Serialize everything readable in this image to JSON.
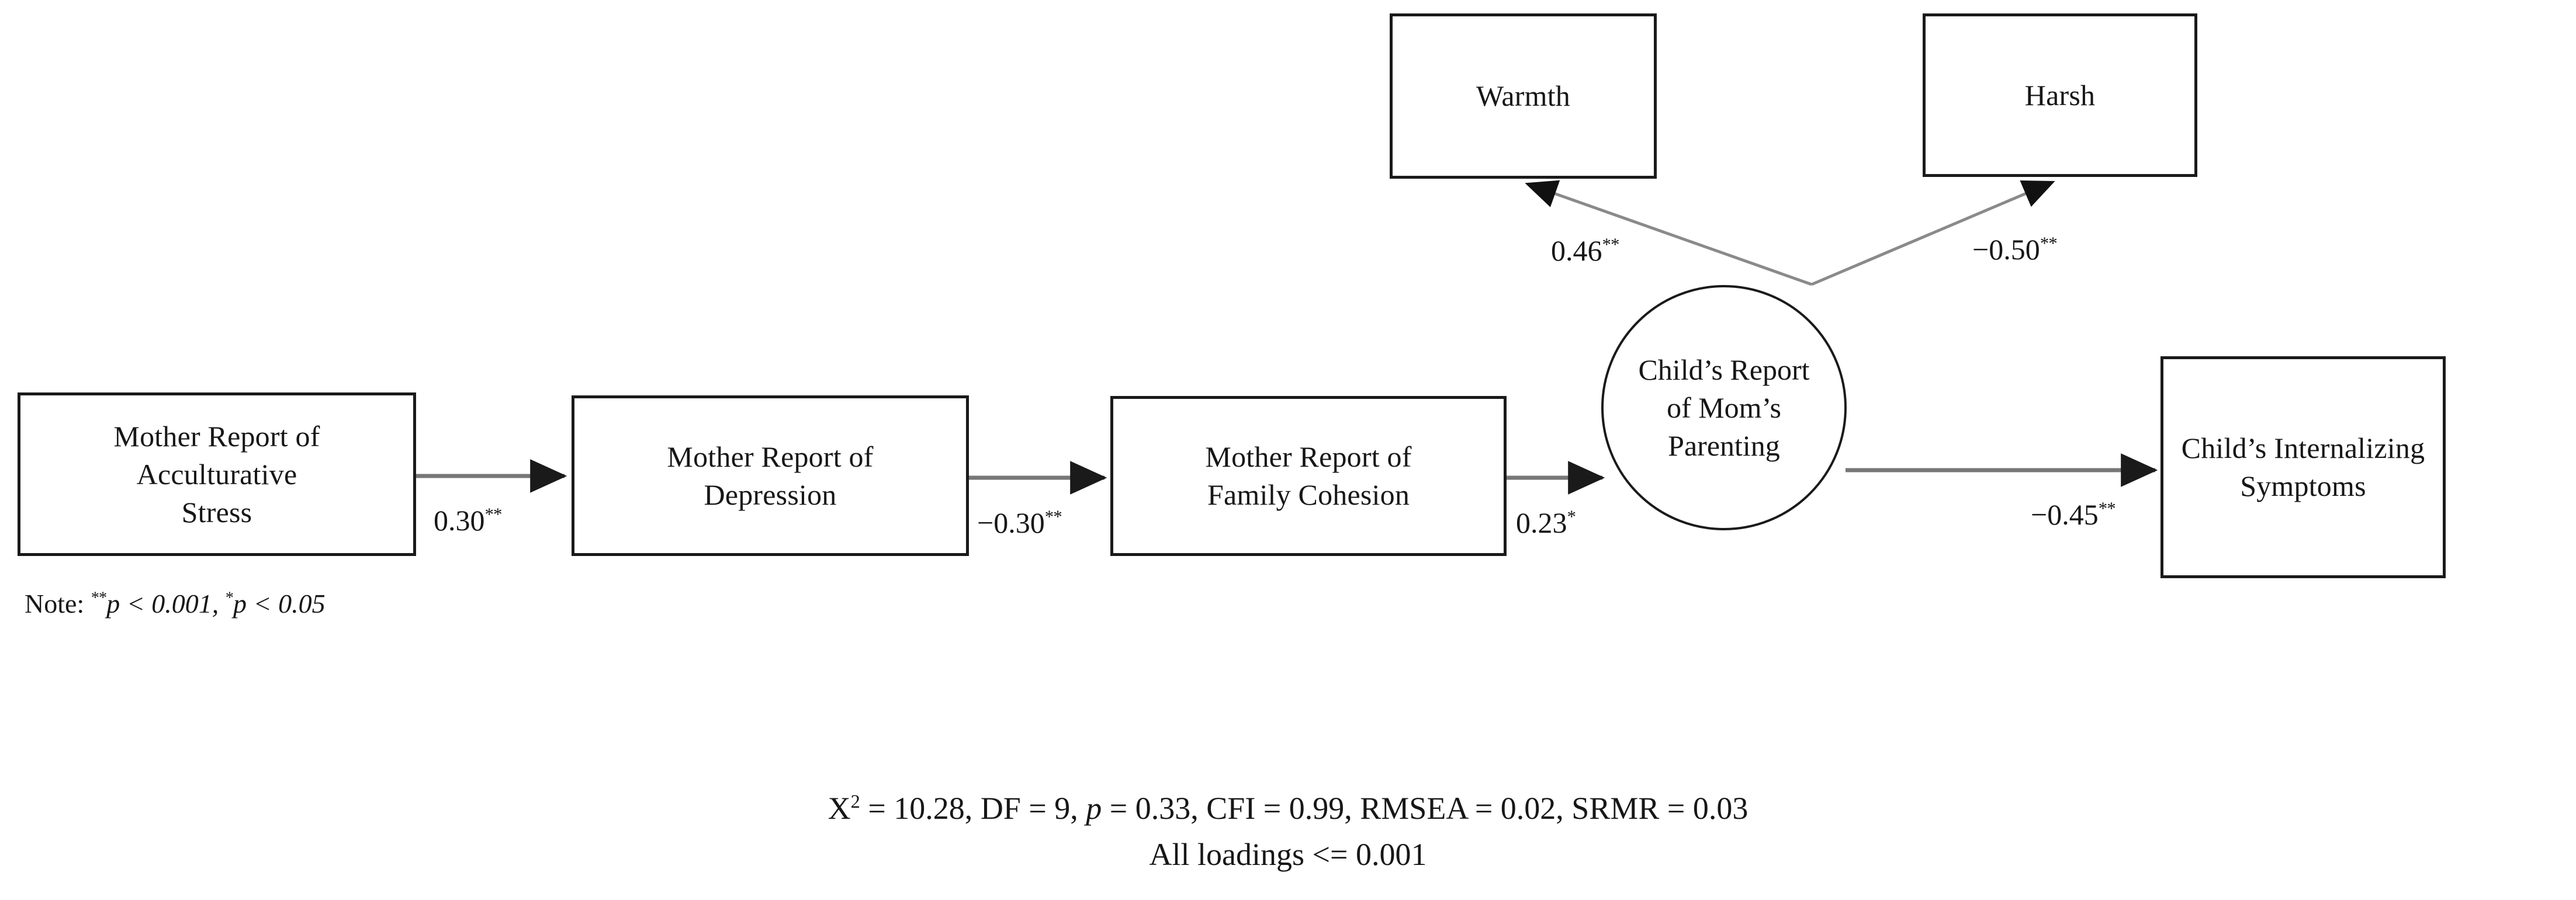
{
  "diagram": {
    "type": "path-diagram",
    "title": "",
    "nodes": [
      {
        "id": "acculturative-stress",
        "shape": "rectangle",
        "label": "Mother Report of\nAcculturative\nStress",
        "label_lines": [
          "Mother Report of",
          "Acculturative",
          "Stress"
        ]
      },
      {
        "id": "depression",
        "shape": "rectangle",
        "label": "Mother Report of\nDepression",
        "label_lines": [
          "Mother Report of",
          "Depression"
        ]
      },
      {
        "id": "family-cohesion",
        "shape": "rectangle",
        "label": "Mother Report of\nFamily Cohesion",
        "label_lines": [
          "Mother Report of",
          "Family Cohesion"
        ]
      },
      {
        "id": "moms-parenting",
        "shape": "circle",
        "label": "Child's Report\nof Mom's\nParenting",
        "label_lines": [
          "Child’s Report",
          "of Mom’s",
          "Parenting"
        ]
      },
      {
        "id": "internalizing-symptoms",
        "shape": "rectangle",
        "label": "Child's Internalizing\nSymptoms",
        "label_lines": [
          "Child’s Internalizing",
          "Symptoms"
        ]
      },
      {
        "id": "warmth",
        "shape": "rectangle",
        "label": "Warmth",
        "label_lines": [
          "Warmth"
        ]
      },
      {
        "id": "harsh",
        "shape": "rectangle",
        "label": "Harsh",
        "label_lines": [
          "Harsh"
        ]
      }
    ],
    "edges": [
      {
        "from": "acculturative-stress",
        "to": "depression",
        "coefficient": "0.30",
        "sig": "**",
        "value": 0.3
      },
      {
        "from": "depression",
        "to": "family-cohesion",
        "coefficient": "−0.30",
        "sig": "**",
        "value": -0.3
      },
      {
        "from": "family-cohesion",
        "to": "moms-parenting",
        "coefficient": "0.23",
        "sig": "*",
        "value": 0.23
      },
      {
        "from": "moms-parenting",
        "to": "internalizing-symptoms",
        "coefficient": "−0.45",
        "sig": "**",
        "value": -0.45
      },
      {
        "from": "moms-parenting",
        "to": "warmth",
        "coefficient": "0.46",
        "sig": "**",
        "value": 0.46
      },
      {
        "from": "moms-parenting",
        "to": "harsh",
        "coefficient": "−0.50",
        "sig": "**",
        "value": -0.5
      }
    ],
    "note": {
      "prefix": "Note: ",
      "sig_double": "**",
      "p_double": "p < 0.001,",
      "sig_single": "*",
      "p_single": "p < 0.05",
      "full_text": "Note: **p < 0.001, *p < 0.05"
    },
    "fit_statistics": {
      "line1": "X² = 10.28, DF = 9, p = 0.33, CFI = 0.99, RMSEA = 0.02, SRMR = 0.03",
      "line2": "All loadings <= 0.001",
      "chi_square_label": "X",
      "chi_square_sup": "2",
      "chi_square_value": "= 10.28,",
      "df_label": "DF = 9,",
      "p_label": "p",
      "p_value": "= 0.33,",
      "cfi": "CFI = 0.99,",
      "rmsea": "RMSEA = 0.02,",
      "srmr": "SRMR = 0.03"
    },
    "colors": {
      "stroke": "#1a1a1a",
      "text": "#171717",
      "arrow_line": "#777777",
      "background": "#ffffff"
    }
  },
  "labels": {
    "edge_accstress_depression": "0.30",
    "edge_accstress_depression_sig": "**",
    "edge_depression_cohesion": "−0.30",
    "edge_depression_cohesion_sig": "**",
    "edge_cohesion_parenting": "0.23",
    "edge_cohesion_parenting_sig": "*",
    "edge_parenting_internalizing": "−0.45",
    "edge_parenting_internalizing_sig": "**",
    "edge_parenting_warmth": "0.46",
    "edge_parenting_warmth_sig": "**",
    "edge_parenting_harsh": "−0.50",
    "edge_parenting_harsh_sig": "**"
  },
  "node_text": {
    "acc_stress_l1": "Mother Report of",
    "acc_stress_l2": "Acculturative",
    "acc_stress_l3": "Stress",
    "depression_l1": "Mother Report of",
    "depression_l2": "Depression",
    "cohesion_l1": "Mother Report of",
    "cohesion_l2": "Family Cohesion",
    "parenting_l1": "Child’s Report",
    "parenting_l2": "of Mom’s",
    "parenting_l3": "Parenting",
    "internalizing_l1": "Child’s Internalizing",
    "internalizing_l2": "Symptoms",
    "warmth": "Warmth",
    "harsh": "Harsh"
  }
}
